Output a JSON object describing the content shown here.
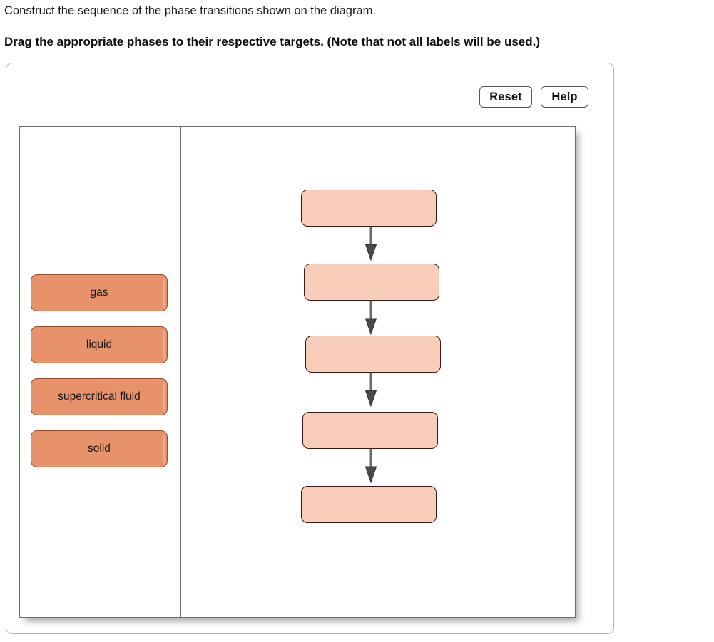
{
  "prompt": {
    "line1": "Construct the sequence of the phase transitions shown on the diagram.",
    "line2": "Drag the appropriate phases to their respective targets. (Note that not all labels will be used.)"
  },
  "toolbar": {
    "reset_label": "Reset",
    "help_label": "Help"
  },
  "label_bank": {
    "items": [
      {
        "label": "gas"
      },
      {
        "label": "liquid"
      },
      {
        "label": "supercritical fluid"
      },
      {
        "label": "solid"
      }
    ]
  },
  "flow_diagram": {
    "target_count": 5,
    "arrow_count": 4,
    "targets": [
      {
        "value": ""
      },
      {
        "value": ""
      },
      {
        "value": ""
      },
      {
        "value": ""
      },
      {
        "value": ""
      }
    ]
  },
  "colors": {
    "label_fill": "#e8926b",
    "label_border": "#9a4d2a",
    "target_fill": "#f8cdba",
    "target_border": "#3a1a16",
    "arrow": "#6b6b6b",
    "arrow_head": "#4a4a4a",
    "panel_border": "#b5b5b5",
    "work_border": "#6d6d6d"
  }
}
